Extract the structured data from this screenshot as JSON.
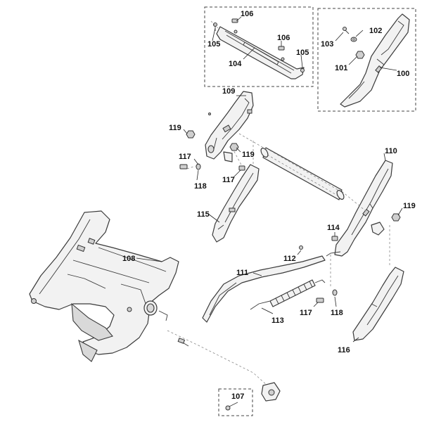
{
  "labels": {
    "p100": "100",
    "p101": "101",
    "p102": "102",
    "p103": "103",
    "p104": "104",
    "p105a": "105",
    "p105b": "105",
    "p106a": "106",
    "p106b": "106",
    "p107": "107",
    "p108": "108",
    "p109": "109",
    "p110": "110",
    "p111": "111",
    "p112": "112",
    "p113": "113",
    "p114": "114",
    "p115": "115",
    "p116": "116",
    "p117a": "117",
    "p117b": "117",
    "p117c": "117",
    "p118a": "118",
    "p118b": "118",
    "p119a": "119",
    "p119b": "119",
    "p119c": "119"
  }
}
